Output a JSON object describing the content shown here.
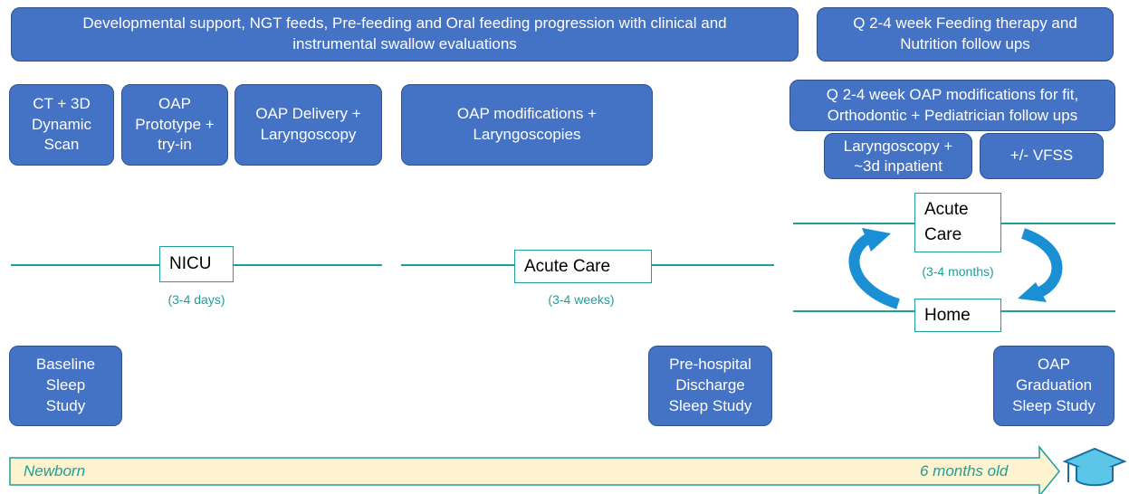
{
  "top_row": {
    "feeding": "Developmental support, NGT feeds, Pre-feeding and Oral feeding progression with clinical and instrumental swallow evaluations",
    "followups": "Q 2-4 week Feeding therapy and Nutrition follow ups"
  },
  "procedures": {
    "ct_scan": "CT + 3D Dynamic Scan",
    "prototype": "OAP Prototype + try-in",
    "delivery": "OAP Delivery + Laryngoscopy",
    "modifications": "OAP modifications + Laryngoscopies",
    "home_modifications": "Q 2-4 week OAP modifications for fit, Orthodontic + Pediatrician follow ups",
    "laryngoscopy_inpatient": "Laryngoscopy + ~3d inpatient",
    "vfss": "+/- VFSS"
  },
  "settings": {
    "nicu": {
      "label": "NICU",
      "duration": "(3-4 days)"
    },
    "acute_care": {
      "label": "Acute Care",
      "duration": "(3-4 weeks)"
    },
    "acute_care_2": {
      "label": "Acute Care"
    },
    "home": {
      "label": "Home"
    },
    "cycle_duration": "(3-4 months)"
  },
  "sleep_studies": {
    "baseline": "Baseline Sleep Study",
    "discharge": "Pre-hospital Discharge Sleep Study",
    "graduation": "OAP Graduation Sleep Study"
  },
  "timeline": {
    "start": "Newborn",
    "end": "6 months old"
  },
  "icons": {
    "graduation": "graduation-cap-icon",
    "cycle": "cycle-arrows-icon"
  },
  "colors": {
    "box_fill": "#4472c4",
    "line_teal": "#1f9e9a",
    "timeline_fill": "#fdf3cf",
    "cycle_arrow": "#1a8fd4"
  }
}
